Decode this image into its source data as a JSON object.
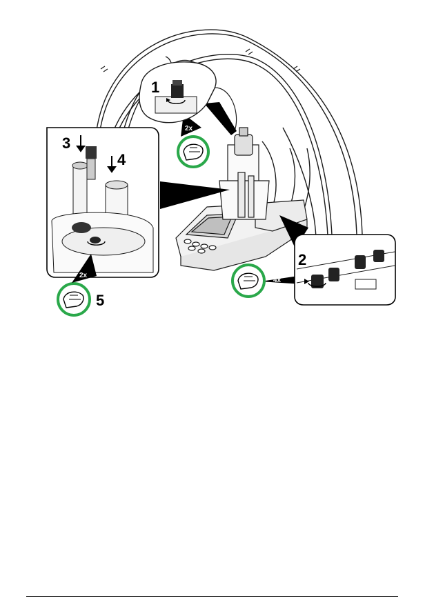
{
  "figure": {
    "steps": [
      "1",
      "2",
      "3",
      "4",
      "5"
    ],
    "multipliers": {
      "step1": "2x",
      "step2": "4x",
      "step5": "2x"
    },
    "colors": {
      "hand_circle": "#2aa84a",
      "callout": "#000000",
      "line": "#1a1a1a",
      "device_fill": "#f2f2f2"
    },
    "icons": [
      "hand-tighten-icon",
      "rotate-arrow-icon",
      "down-arrow-icon"
    ]
  }
}
